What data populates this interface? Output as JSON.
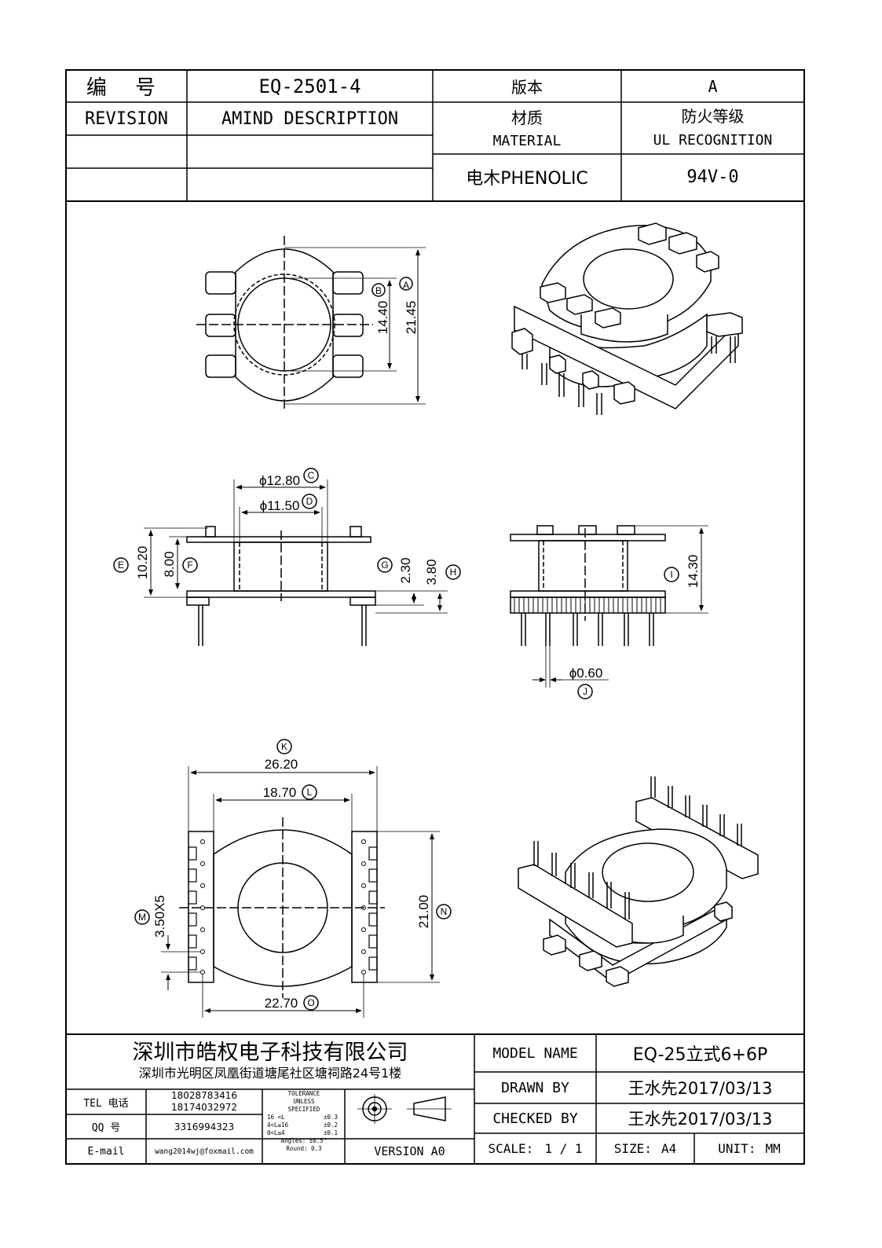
{
  "header": {
    "number_label": "编  号",
    "number_value": "EQ-2501-4",
    "version_label": "版本",
    "version_value": "A",
    "revision_label": "REVISION",
    "amind_label": "AMIND DESCRIPTION",
    "material_label_cn": "材质",
    "material_label_en": "MATERIAL",
    "ul_label_cn": "防火等级",
    "ul_label_en": "UL RECOGNITION",
    "material_value": "电木PHENOLIC",
    "ul_value": "94V-0"
  },
  "dims": {
    "A": "A",
    "B": "B",
    "C": "C",
    "D": "D",
    "E": "E",
    "F": "F",
    "G": "G",
    "H": "H",
    "I": "I",
    "J": "J",
    "K": "K",
    "L": "L",
    "M": "M",
    "N": "N",
    "O": "O",
    "A_val": "21.45",
    "B_val": "14.40",
    "C_val": "ϕ12.80",
    "D_val": "ϕ11.50",
    "E_val": "10.20",
    "F_val": "8.00",
    "G_val": "2.30",
    "H_val": "3.80",
    "I_val": "14.30",
    "J_val": "ϕ0.60",
    "K_val": "26.20",
    "L_val": "18.70",
    "M_val": "3.50X5",
    "N_val": "21.00",
    "O_val": "22.70"
  },
  "titleblock": {
    "company": "深圳市皓权电子科技有限公司",
    "address": "深圳市光明区凤凰街道塘尾社区塘祠路24号1楼",
    "tel_label": "TEL 电话",
    "tel_1": "18028783416",
    "tel_2": "18174032972",
    "qq_label": "QQ  号",
    "qq_value": "3316994323",
    "email_label": "E-mail",
    "email_value": "wang2014wj@foxmail.com",
    "tol_1": "TOLERANCE",
    "tol_2": "UNLESS",
    "tol_3": "SPECIFIED",
    "tol_4a": "16 <L",
    "tol_4b": "±0.3",
    "tol_5a": "4<L≤16",
    "tol_5b": "±0.2",
    "tol_6a": "0<L≤4",
    "tol_6b": "±0.1",
    "tol_7": "Angles: ±0.5°",
    "tol_8": "Round: 0.3",
    "version": "VERSION A0",
    "model_label": "MODEL NAME",
    "model_value": "EQ-25立式6+6P",
    "drawn_label": "DRAWN BY",
    "drawn_value": "王水先2017/03/13",
    "checked_label": "CHECKED BY",
    "checked_value": "王水先2017/03/13",
    "scale_label": "SCALE:",
    "scale_value": "1 / 1",
    "size_label": "SIZE:",
    "size_value": "A4",
    "unit_label": "UNIT:",
    "unit_value": "MM"
  }
}
